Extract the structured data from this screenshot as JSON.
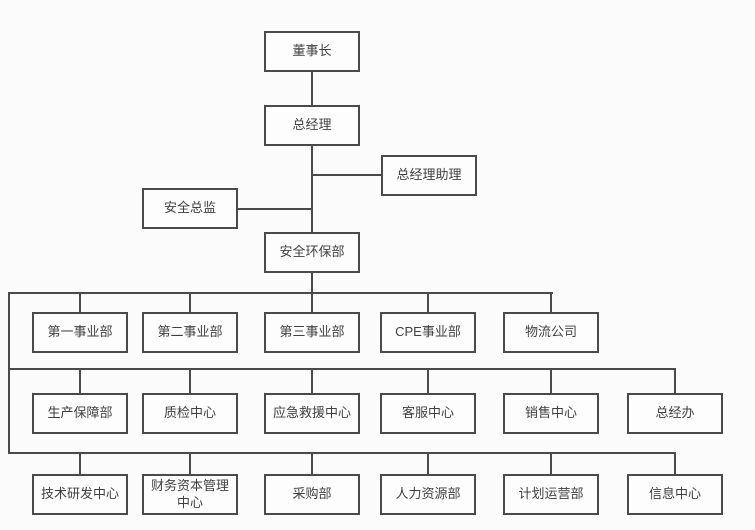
{
  "diagram": {
    "type": "org-chart",
    "nodes": {
      "chairman": "董事长",
      "general_manager": "总经理",
      "gm_assistant": "总经理助理",
      "safety_director": "安全总监",
      "safety_env_dept": "安全环保部"
    },
    "row1": [
      "第一事业部",
      "第二事业部",
      "第三事业部",
      "CPE事业部",
      "物流公司"
    ],
    "row2": [
      "生产保障部",
      "质检中心",
      "应急救援中心",
      "客服中心",
      "销售中心",
      "总经办"
    ],
    "row3": [
      "技术研发中心",
      "财务资本管理中心",
      "采购部",
      "人力资源部",
      "计划运营部",
      "信息中心"
    ]
  },
  "colors": {
    "line": "#4a4a4a",
    "text": "#3f3f3f",
    "box_bg": "#fdfdfd",
    "page_bg": "#fbfbfb"
  }
}
